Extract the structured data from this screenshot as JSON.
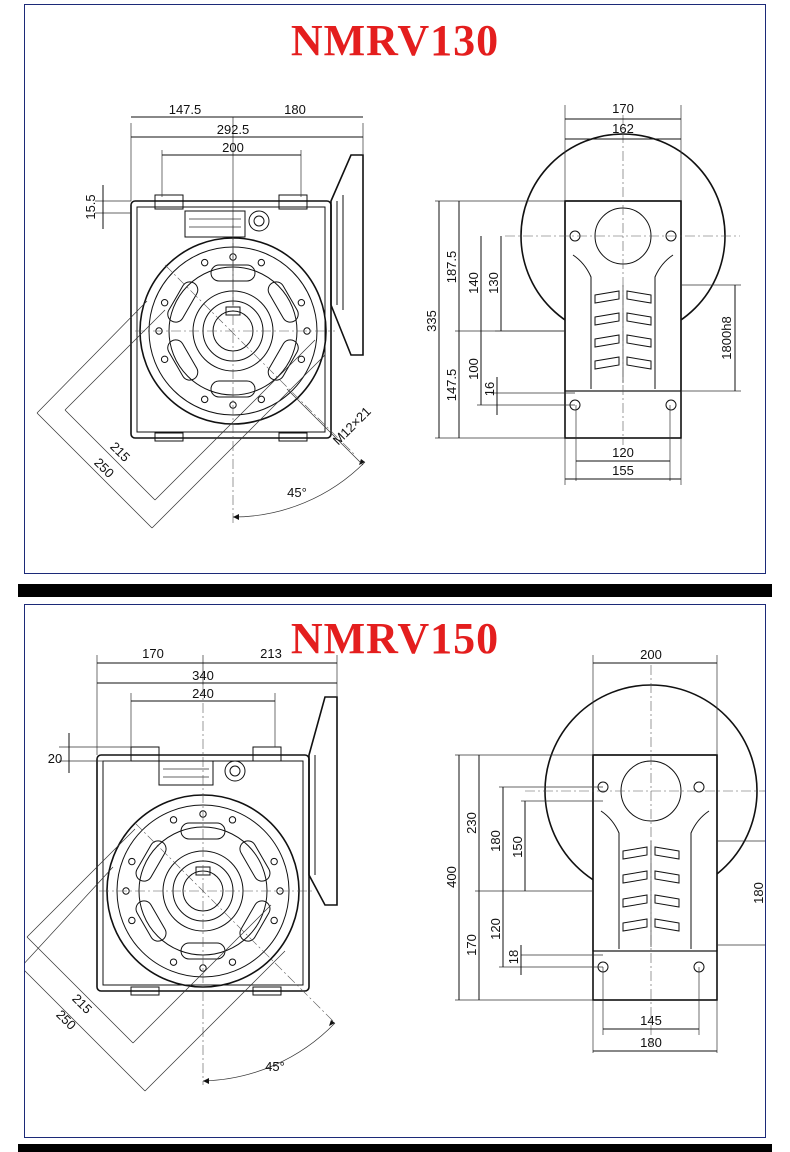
{
  "models": [
    {
      "title": "NMRV130",
      "dims": {
        "d147_5": "147.5",
        "d180": "180",
        "d292_5": "292.5",
        "d200": "200",
        "d15_5": "15.5",
        "d215": "215",
        "d250": "250",
        "angle": "45°",
        "thread": "M12×21",
        "d170": "170",
        "d162": "162",
        "d187_5": "187.5",
        "d140": "140",
        "d130": "130",
        "d335": "335",
        "d100": "100",
        "d147_5b": "147.5",
        "d16": "16",
        "d1800h8": "1800h8",
        "d120": "120",
        "d155": "155"
      }
    },
    {
      "title": "NMRV150",
      "dims": {
        "d170": "170",
        "d213": "213",
        "d340": "340",
        "d240": "240",
        "d20": "20",
        "d215": "215",
        "d250": "250",
        "angle": "45°",
        "d200": "200",
        "d230": "230",
        "d180": "180",
        "d150": "150",
        "d400": "400",
        "d120": "120",
        "d170b": "170",
        "d18": "18",
        "d180b": "180",
        "d145": "145",
        "d180c": "180"
      }
    }
  ],
  "colors": {
    "title": "#e41e1e",
    "border": "#1c2a78",
    "separator": "#000000"
  }
}
